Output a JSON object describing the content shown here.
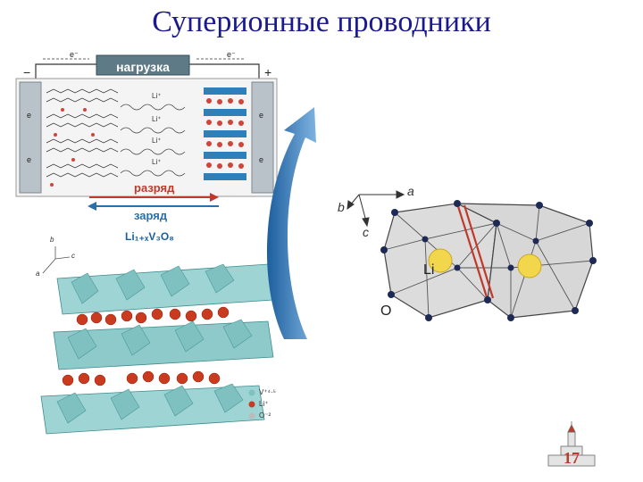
{
  "title": "Суперионные проводники",
  "battery": {
    "load_label": "нагрузка",
    "discharge_label": "разряд",
    "charge_label": "заряд",
    "minus_sign": "−",
    "plus_sign": "+",
    "electron_label": "e⁻",
    "li_ion_label": "Li⁺",
    "electrode_e": "e"
  },
  "crystal_formula": "Li₁₊ₓV₃O₈",
  "crystal_axes": {
    "b": "b",
    "c": "c",
    "a": "a"
  },
  "crystal_legend": [
    "V⁺⁴·⁵",
    "Li⁺",
    "O⁻²"
  ],
  "polyhedra": {
    "axis_a": "a",
    "axis_b": "b",
    "axis_c": "c",
    "li_label": "Li",
    "o_label": "O"
  },
  "page_number": "17",
  "colors": {
    "title": "#1a1a8c",
    "discharge": "#c0392b",
    "charge": "#2a6fa8",
    "octahedra": "#7fc6c6",
    "li_atoms": "#c93a1e"
  }
}
